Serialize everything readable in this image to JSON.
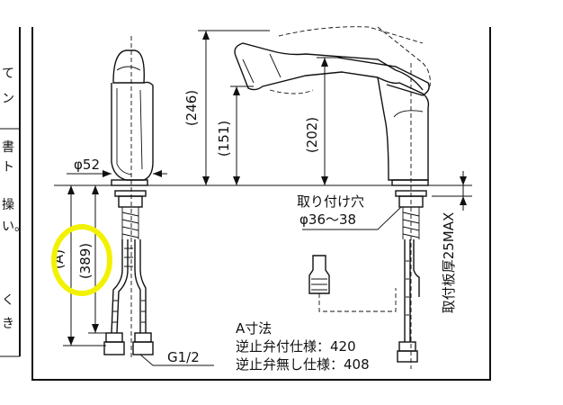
{
  "dimensions": {
    "height_246": "(246)",
    "height_151": "(151)",
    "height_202": "(202)",
    "hose_length_389": "(389)",
    "height_a": "(A)",
    "diameter_52": "φ52",
    "thread_size": "G1/2",
    "mount_plate_max": "取付板厚25MAX"
  },
  "labels": {
    "mount_hole_line1": "取り付け穴",
    "mount_hole_line2": "φ36～38"
  },
  "notes": {
    "title": "A寸法",
    "with_check_valve": "逆止弁付仕様：420",
    "without_check_valve": "逆止弁無し仕様：408"
  },
  "left_margin_fragments": [
    "て",
    "ン",
    "書",
    "ト",
    "操",
    "い。",
    "く",
    "き"
  ],
  "colors": {
    "highlight": "#f2f200",
    "line": "#111111"
  }
}
